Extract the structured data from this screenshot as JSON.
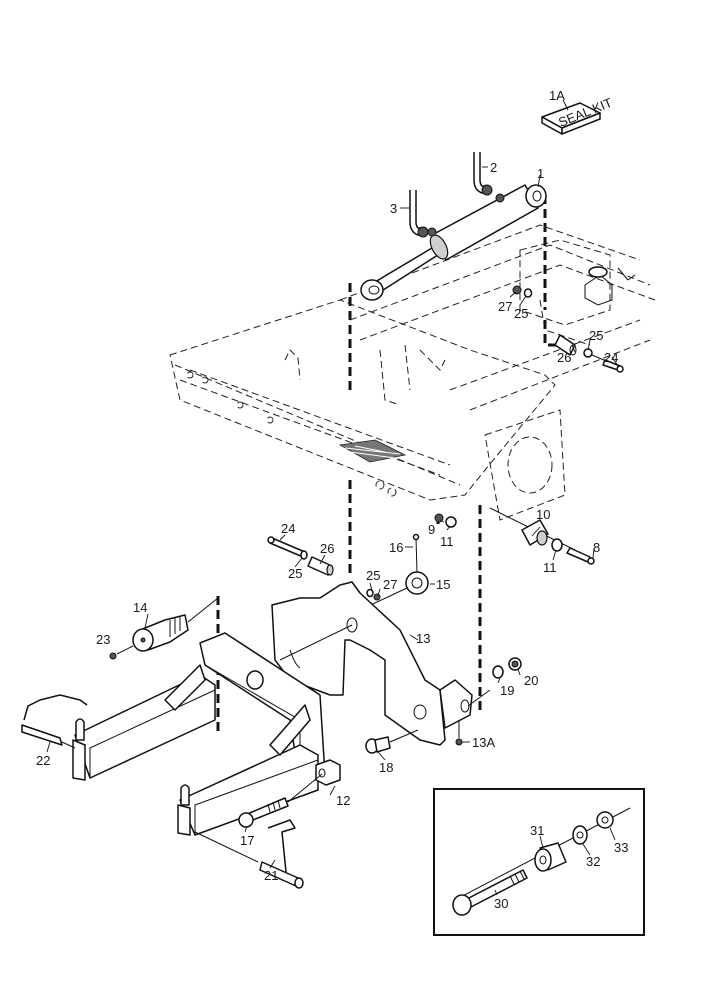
{
  "diagram": {
    "type": "exploded-parts-view",
    "seal_kit_text": "SEAL KIT",
    "callouts": {
      "p1": "1",
      "p1A": "1A",
      "p2": "2",
      "p3": "3",
      "p8": "8",
      "p9": "9",
      "p10": "10",
      "p11a": "11",
      "p11b": "11",
      "p12": "12",
      "p13": "13",
      "p13A": "13A",
      "p14": "14",
      "p15": "15",
      "p16": "16",
      "p17": "17",
      "p18": "18",
      "p19": "19",
      "p20": "20",
      "p21": "21",
      "p22": "22",
      "p23": "23",
      "p24a": "24",
      "p24b": "24",
      "p25a": "25",
      "p25b": "25",
      "p25c": "25",
      "p25d": "25",
      "p26a": "26",
      "p26b": "26",
      "p27a": "27",
      "p27b": "27",
      "p30": "30",
      "p31": "31",
      "p32": "32",
      "p33": "33"
    }
  }
}
